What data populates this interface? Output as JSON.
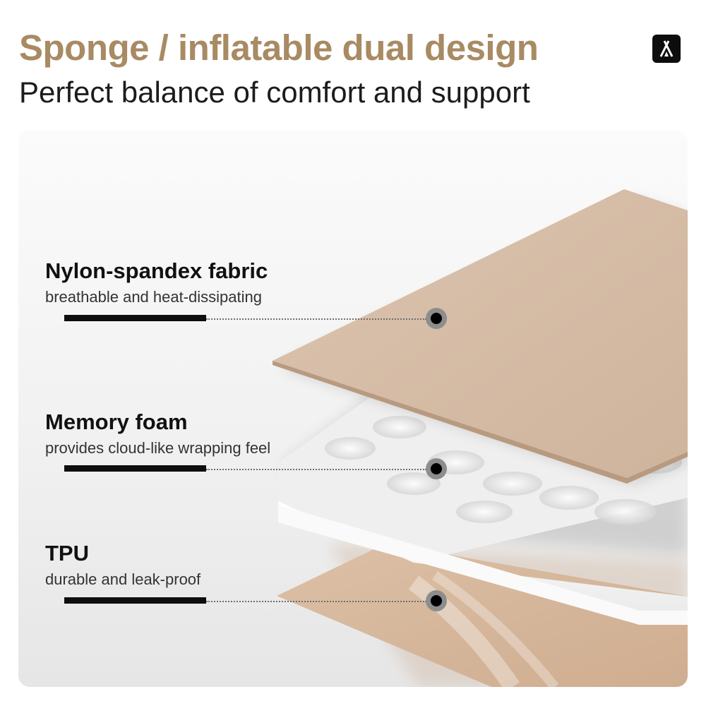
{
  "header": {
    "title": "Sponge / inflatable dual design",
    "subtitle": "Perfect balance of comfort and support"
  },
  "brand": {
    "icon": "tent-icon"
  },
  "colors": {
    "accent": "#a88a63",
    "fabric": "#d7bda6",
    "tpu": "#d6b79c",
    "foam": "#f4f4f4",
    "marker": "#000000"
  },
  "layers": [
    {
      "title": "Nylon-spandex fabric",
      "description": "breathable and heat-dissipating"
    },
    {
      "title": "Memory foam",
      "description": "provides cloud-like wrapping feel"
    },
    {
      "title": "TPU",
      "description": "durable and leak-proof"
    }
  ]
}
